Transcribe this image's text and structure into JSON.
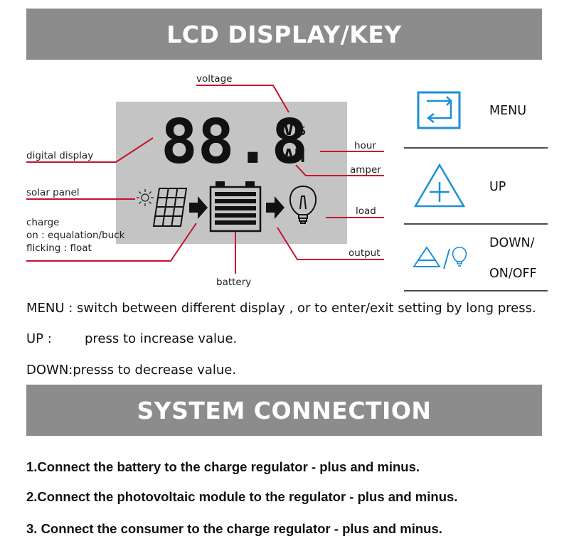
{
  "lcd_section": {
    "title": "LCD DISPLAY/KEY",
    "display_digits": "88.8",
    "unit_top": "V%",
    "unit_bottom": "AH",
    "callouts": {
      "voltage": "voltage",
      "digital_display": "digital display",
      "hour": "hour",
      "amper": "amper",
      "solar_panel": "solar panel",
      "charge_title": "charge",
      "charge_on": "on : equalation/buck",
      "charge_flicking": "flicking : float",
      "load": "load",
      "output": "output",
      "battery": "battery"
    },
    "keys": {
      "menu": "MENU",
      "up": "UP",
      "down_line1": "DOWN/",
      "down_line2": "ON/OFF"
    },
    "descriptions": {
      "menu": "MENU : switch between different display , or to enter/exit setting by long press.",
      "up_key": "UP :",
      "up_text": "press to increase value.",
      "down": "DOWN:presss to decrease value."
    },
    "colors": {
      "banner": "#8c8c8c",
      "leader": "#c8102e",
      "key_icon": "#1e8fd6",
      "lcd_bg": "#c4c4c4"
    }
  },
  "system_section": {
    "title": "SYSTEM CONNECTION",
    "steps": [
      "1.Connect the battery to the charge regulator - plus and minus.",
      "2.Connect the photovoltaic module to the regulator - plus and minus.",
      "3. Connect the consumer to the charge regulator - plus and minus."
    ]
  }
}
